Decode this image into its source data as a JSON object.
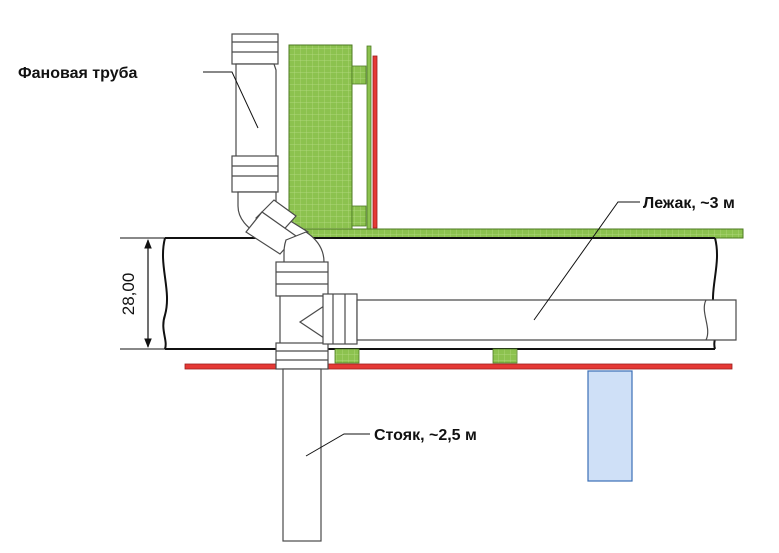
{
  "labels": {
    "fan_pipe": "Фановая труба",
    "horizontal_pipe": "Лежак, ~3 м",
    "riser": "Стояк, ~2,5 м",
    "slab_dimension": "28,00"
  },
  "colors": {
    "wall_panel": "#8bc34a",
    "red_bar": "#e53935",
    "blue_block": "#cfe0f7",
    "outline": "#4a4a4a"
  }
}
